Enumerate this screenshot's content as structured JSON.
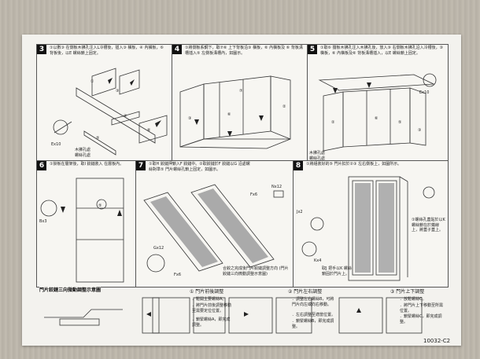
{
  "sheet": {
    "doc_code": "10032-C2",
    "steps": [
      {
        "num": "3",
        "text": "①以數③ 在側板木拂孔注入L冷槽後，插入③ 橫板，④ 內橫板，⑥ 背板後，以E 螺絲鎖上固定。",
        "labels": {
          "screw": "Ex10",
          "hole": "木拂孔處",
          "hole2": "螺絲孔處"
        }
      },
      {
        "num": "4",
        "text": "①將側板系鋼下，取⑦⑥ 上下背板沿③ 橫板，⑥ 內橫板及 ⑥ 背板溝槽插入⑤ 左側板溝槽內，如圖示。"
      },
      {
        "num": "5",
        "text": "①取⑥ 擋板木拂孔注入木拂孔後，放入⑨ 右側板木拂孔沿入冷槽後，③ 橫板，⑥ 內橫板及⑥ 背板溝槽插入，以E 螺絲鎖上固定。",
        "labels": {
          "screw": "Ex10",
          "hole": "木拂孔處",
          "hole2": "螺絲孔處"
        }
      },
      {
        "num": "6",
        "text": "①掛板在層架後，取I 鉸鏈裝入 在層板內。",
        "labels": {
          "screw": "Bx3"
        }
      },
      {
        "num": "7",
        "text": "①取H 鉸鏈押鎖入F 鉸鏈中。②取鉸鏈於F 鉸鏈以G 沿處螺絲對準⑤ 門片螺絲孔鎖上固定，如圖示。",
        "labels": {
          "f": "Fx6",
          "n": "Nx12",
          "g": "Gx12",
          "f2": "Fx6",
          "note": "合鉸之完成後門片鉸鏈調整方向 (門片鉸鏈三向微動調整示意圖)"
        }
      },
      {
        "num": "8",
        "text": "①將組裝好的⑤ 門片扣於②③ 左右側板上，如圖所示。",
        "labels": {
          "j": "Jx2",
          "k": "Kx4",
          "note1": "①螺絲孔蓋貼於以K 螺絲鎖在於鐵線上，將蓋子蓋上。",
          "note2": "取J 把手以K 螺絲鎖固於門片上。"
        }
      }
    ],
    "legend": {
      "title": "門片鉸鏈三向微動調整示意圖",
      "items": [
        {
          "title": "① 門片前後調整",
          "lines": [
            "．鬆開主要螺絲A。",
            "．將門片前後調整移動至需要定位位置。",
            "．鎖緊螺絲A，即完成調整。"
          ]
        },
        {
          "title": "② 門片左右調整",
          "lines": [
            "．調整左右螺絲B，可將門片向左或向右移動。",
            "．左右調整至適當位置。",
            "．鎖緊螺絲B，即完成調整。"
          ]
        },
        {
          "title": "③ 門片上下調整",
          "lines": [
            "．放鬆螺絲C。",
            "．將門片上下移動至所需位置。",
            "．鎖緊螺絲C，即完成調整。"
          ]
        }
      ]
    }
  }
}
